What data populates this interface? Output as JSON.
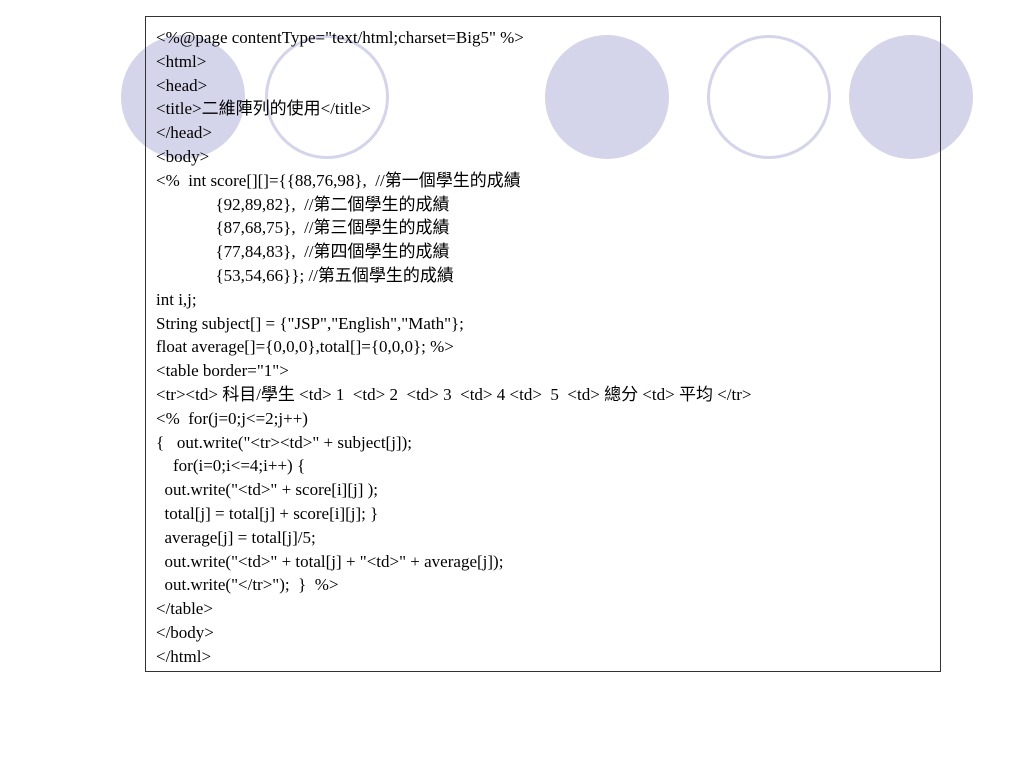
{
  "theme": {
    "circle_color": "#d4d4ea",
    "border_color": "#333333",
    "text_color": "#000000"
  },
  "code_lines": [
    "<%@page contentType=\"text/html;charset=Big5\" %>",
    "<html>",
    "<head>",
    "<title>二維陣列的使用</title>",
    "</head>",
    "<body>",
    "<%  int score[][]={{88,76,98},  //第一個學生的成績",
    "              {92,89,82},  //第二個學生的成績",
    "              {87,68,75},  //第三個學生的成績",
    "              {77,84,83},  //第四個學生的成績",
    "              {53,54,66}}; //第五個學生的成績",
    "int i,j;",
    "String subject[] = {\"JSP\",\"English\",\"Math\"};",
    "float average[]={0,0,0},total[]={0,0,0}; %>",
    "<table border=\"1\">",
    "<tr><td> 科目/學生 <td> 1  <td> 2  <td> 3  <td> 4 <td>  5  <td> 總分 <td> 平均 </tr>",
    "<%  for(j=0;j<=2;j++)",
    "{   out.write(\"<tr><td>\" + subject[j]);",
    "    for(i=0;i<=4;i++) {",
    "  out.write(\"<td>\" + score[i][j] );",
    "  total[j] = total[j] + score[i][j]; }",
    "  average[j] = total[j]/5;",
    "  out.write(\"<td>\" + total[j] + \"<td>\" + average[j]);",
    "  out.write(\"</tr>\");  }  %>",
    "</table>",
    "</body>",
    "</html>"
  ]
}
